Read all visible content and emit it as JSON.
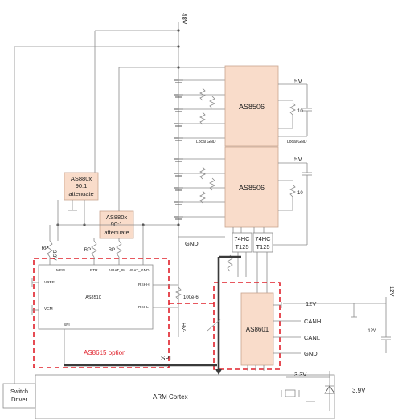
{
  "labels": {
    "v48": "48V",
    "as8506_top": "AS8506",
    "as8506_bot": "AS8506",
    "v5_top": "5V",
    "v5_bot": "5V",
    "r10_top": "10",
    "r10_bot": "10",
    "local_gnd_1": "Local GND",
    "local_gnd_2": "Local GND",
    "as880x_1_l1": "AS880x",
    "as880x_1_l2": "90:1",
    "as880x_1_l3": "attenuate",
    "as880x_2_l1": "AS880x",
    "as880x_2_l2": "90:1",
    "as880x_2_l3": "attenuate",
    "gnd_mid": "GND",
    "hc125_1_l1": "74HC",
    "hc125_1_l2": "T125",
    "hc125_2_l1": "74HC",
    "hc125_2_l2": "T125",
    "rp_1": "RP",
    "rp_2": "RP",
    "rp_3": "RP",
    "v33_rot": "3.3V",
    "pin_men": "MEN",
    "pin_etr": "ETR",
    "pin_vbat_in": "VBAT_IN",
    "pin_vbat_gnd": "VBAT_GND",
    "pin_vref": "VREF",
    "pin_rshh": "RSHH",
    "pin_vcm": "VCM",
    "pin_rshl": "RSHL",
    "pin_spi": "SPI",
    "as8510": "AS8510",
    "r_100e6": "100e-6",
    "hv_minus": "HV-",
    "as8601": "AS8601",
    "v12": "12V",
    "v12_rot": "12V",
    "v12_cap": "12V",
    "canh": "CANH",
    "canl": "CANL",
    "gnd_can": "GND",
    "as8615_option": "AS8615 option",
    "spi_bus": "SPI",
    "v33_arm": "3.3V",
    "v39": "3,9V",
    "switch_driver_l1": "Switch",
    "switch_driver_l2": "Driver",
    "arm_cortex": "ARM Cortex"
  },
  "colors": {
    "chip_fill": "#f9dcca",
    "option_outline": "#e0202a",
    "wire": "#8a8a8a",
    "bus": "#3a3a3a"
  }
}
